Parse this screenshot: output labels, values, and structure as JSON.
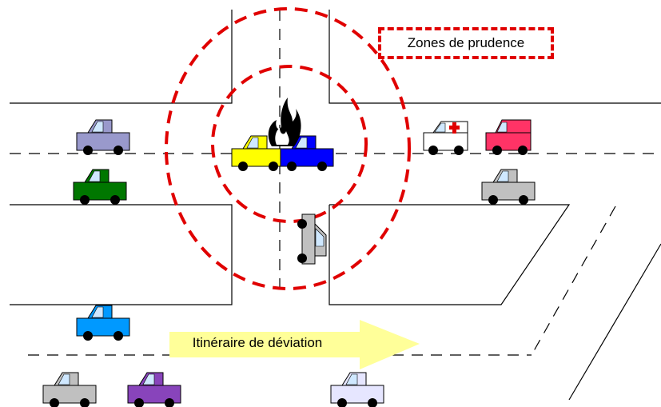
{
  "legend": {
    "label": "Zones de prudence",
    "border_color": "#e00000"
  },
  "detour": {
    "label": "Itinéraire de déviation",
    "arrow_color": "#ffff99"
  },
  "colors": {
    "zone": "#e00000",
    "road_line": "#000000",
    "fire": "#000000"
  },
  "vehicles": [
    {
      "name": "car-lavender",
      "color": "#9999cc"
    },
    {
      "name": "car-green",
      "color": "#007700"
    },
    {
      "name": "car-yellow-crashed",
      "color": "#ffff00"
    },
    {
      "name": "car-blue-crashed",
      "color": "#0000ff"
    },
    {
      "name": "car-gray-overturned",
      "color": "#c0c0c0"
    },
    {
      "name": "ambulance",
      "color": "#ffffff"
    },
    {
      "name": "fire-truck",
      "color": "#ff3366"
    },
    {
      "name": "car-silver-right",
      "color": "#c0c0c0"
    },
    {
      "name": "car-cyan",
      "color": "#0099ff"
    },
    {
      "name": "car-gray-bottom",
      "color": "#c0c0c0"
    },
    {
      "name": "car-purple",
      "color": "#8844bb"
    },
    {
      "name": "car-white-bottom",
      "color": "#e6e6ff"
    }
  ]
}
